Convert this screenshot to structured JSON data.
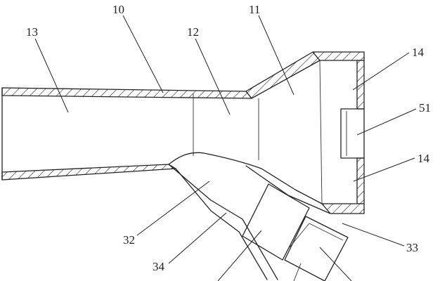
{
  "labels": {
    "l10": "10",
    "l11": "11",
    "l12": "12",
    "l13": "13",
    "l14_top": "14",
    "l51": "51",
    "l14_bottom": "14",
    "l32": "32",
    "l34": "34",
    "l33": "33"
  }
}
